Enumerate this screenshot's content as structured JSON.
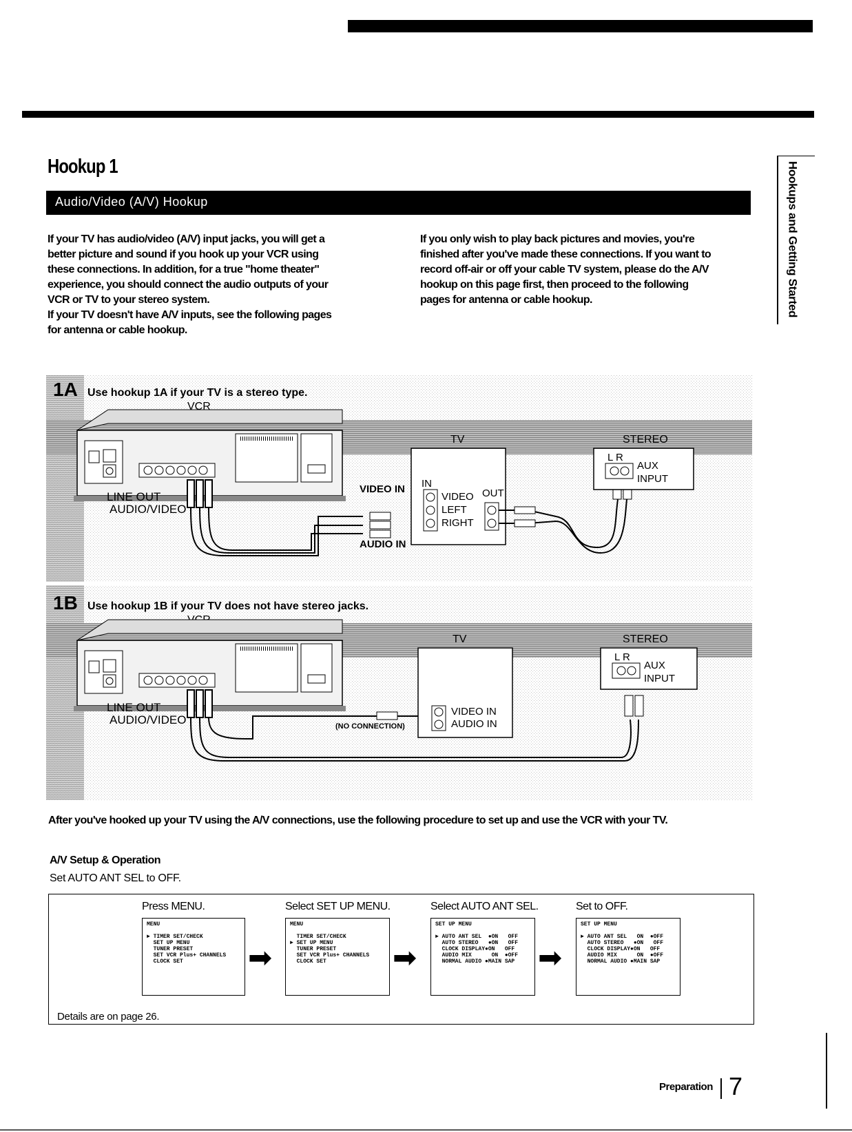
{
  "heading": "Hookup 1",
  "section_bar": "Audio/Video (A/V) Hookup",
  "col1_lines": [
    "If your TV has audio/video (A/V) input jacks, you will get a",
    "better picture and sound if you hook up your VCR using",
    "these connections. In addition, for a true \"home theater\"",
    "experience, you should connect the audio outputs of your",
    "VCR or TV to your stereo system.",
    "If your TV doesn't have A/V inputs, see the following pages",
    "for antenna or cable hookup."
  ],
  "col2_lines": [
    "If you only wish to play back pictures and movies, you're",
    "finished after you've made these connections. If you want to",
    "record off-air or off your cable TV system, please do the A/V",
    "hookup on this page first, then proceed to the following",
    "pages for antenna or cable hookup."
  ],
  "side_tab": "Hookups and Getting Started",
  "diagram": {
    "a_badge": "1A",
    "a_title": "Use hookup 1A if your TV is a stereo type.",
    "b_badge": "1B",
    "b_title": "Use hookup 1B if your TV does not have stereo jacks.",
    "vcr": "VCR",
    "tv": "TV",
    "stereo": "STEREO",
    "lr": "L  R",
    "aux": "AUX",
    "input": "INPUT",
    "line_out": "LINE OUT",
    "audio_video": "AUDIO/VIDEO",
    "video_in_ext": "VIDEO IN",
    "audio_in_ext": "AUDIO IN",
    "in": "IN",
    "out": "OUT",
    "video": "VIDEO",
    "left": "LEFT",
    "right": "RIGHT",
    "no_connection": "(NO CONNECTION)",
    "video_in": "VIDEO IN",
    "audio_in": "AUDIO IN"
  },
  "caption": "After you've hooked up your TV using the A/V connections, use the following procedure to set up and use the VCR with your TV.",
  "setup": {
    "title": "A/V Setup & Operation",
    "subtitle": "Set AUTO ANT SEL to OFF.",
    "details": "Details are on page 26.",
    "steps": [
      {
        "label": "Press MENU.",
        "screen": "MENU\n\n► TIMER SET/CHECK\n  SET UP MENU\n  TUNER PRESET\n  SET VCR Plus+ CHANNELS\n  CLOCK SET"
      },
      {
        "label": "Select SET UP MENU.",
        "screen": "MENU\n\n  TIMER SET/CHECK\n► SET UP MENU\n  TUNER PRESET\n  SET VCR Plus+ CHANNELS\n  CLOCK SET"
      },
      {
        "label": "Select AUTO ANT SEL.",
        "screen": "SET UP MENU\n\n► AUTO ANT SEL  ●ON   OFF\n  AUTO STEREO   ●ON   OFF\n  CLOCK DISPLAY●ON   OFF\n  AUDIO MIX      ON  ●OFF\n  NORMAL AUDIO ●MAIN SAP"
      },
      {
        "label": "Set to OFF.",
        "screen": "SET UP MENU\n\n► AUTO ANT SEL   ON  ●OFF\n  AUTO STEREO   ●ON   OFF\n  CLOCK DISPLAY●ON   OFF\n  AUDIO MIX      ON  ●OFF\n  NORMAL AUDIO ●MAIN SAP"
      }
    ]
  },
  "footer": {
    "label": "Preparation",
    "page": "7"
  }
}
